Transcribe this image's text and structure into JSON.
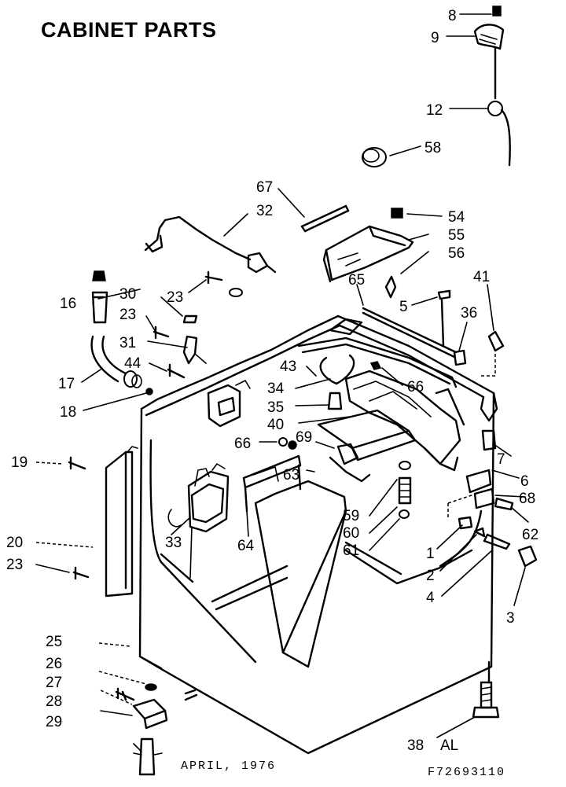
{
  "title": "CABINET PARTS",
  "footer": {
    "date": "APRIL, 1976",
    "code": "F72693110"
  },
  "callouts": [
    "1",
    "2",
    "3",
    "4",
    "5",
    "6",
    "7",
    "8",
    "9",
    "12",
    "16",
    "17",
    "18",
    "19",
    "20",
    "23",
    "25",
    "26",
    "27",
    "28",
    "29",
    "30",
    "31",
    "32",
    "33",
    "34",
    "35",
    "36",
    "38",
    "40",
    "41",
    "43",
    "44",
    "54",
    "55",
    "56",
    "58",
    "59",
    "60",
    "61",
    "62",
    "63",
    "64",
    "65",
    "66",
    "67",
    "68",
    "69"
  ],
  "callout_suffix": "AL"
}
